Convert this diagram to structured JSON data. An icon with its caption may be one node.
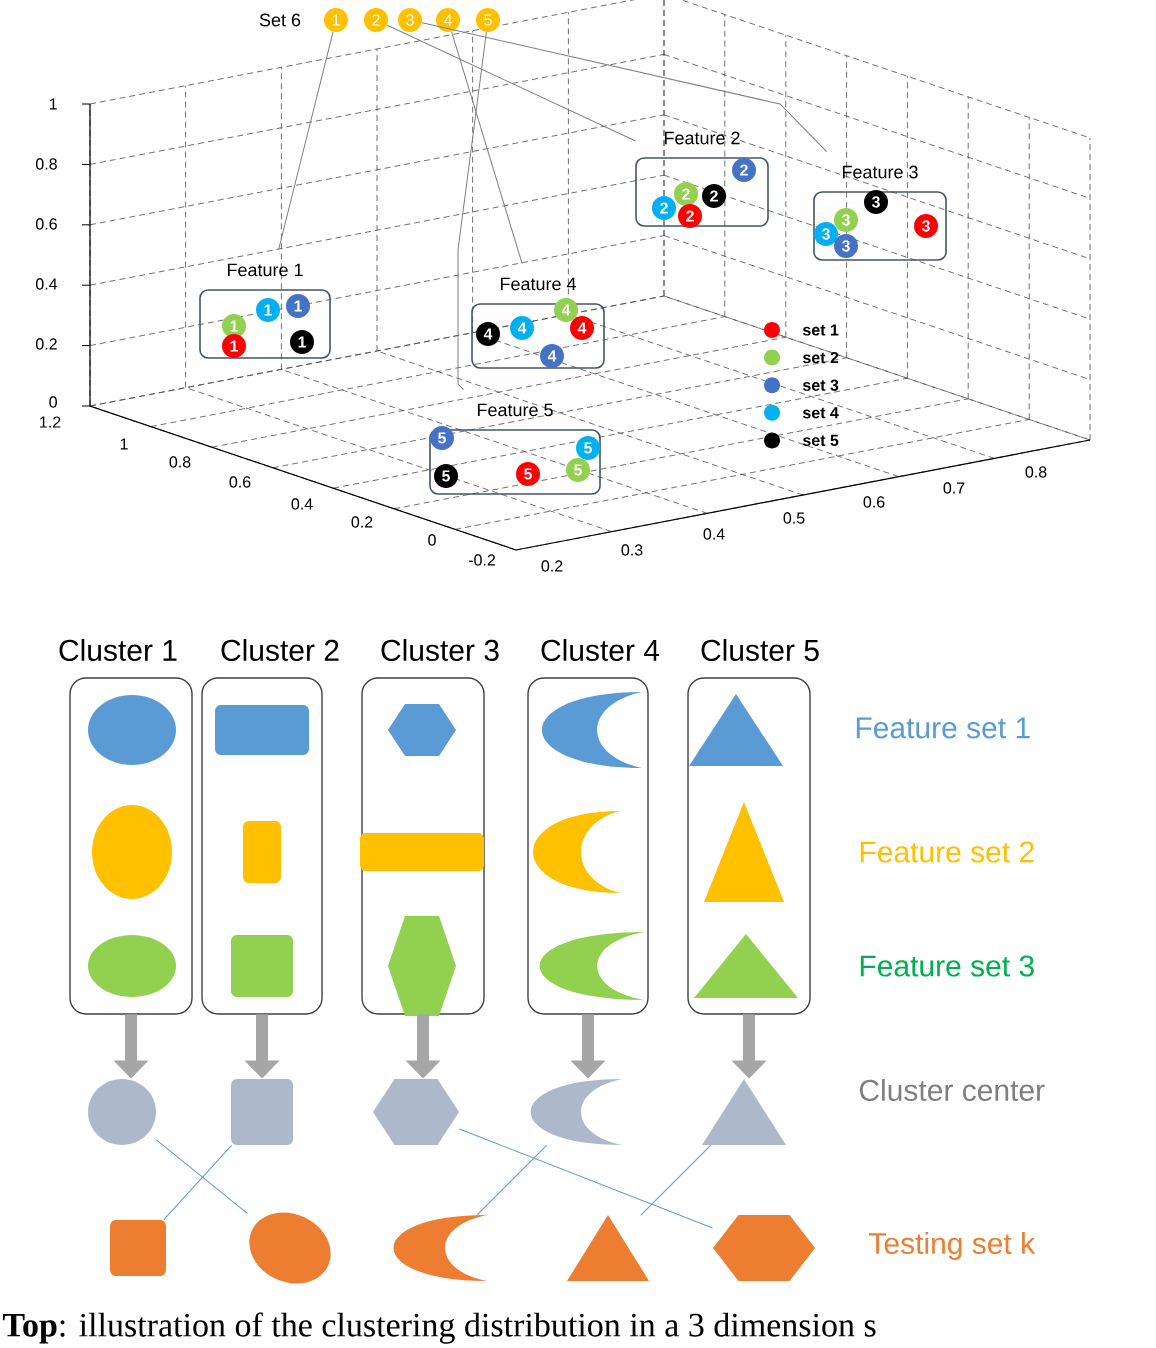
{
  "diagram": {
    "caption": "**Top**: illustration of the clustering distribution in a 3 dimension s",
    "nodes": [
      {
        "text": [
          "1"
        ]
      },
      {
        "text": [
          "2"
        ]
      },
      {
        "text": [
          "3"
        ]
      },
      {
        "text": [
          "4"
        ]
      },
      {
        "text": [
          "5"
        ]
      },
      {
        "text": [
          "Feature 1"
        ]
      },
      {
        "text": [
          "1"
        ],
        "in": 5
      },
      {
        "text": [
          "1"
        ],
        "in": 5
      },
      {
        "text": [
          "1"
        ],
        "in": 5
      },
      {
        "text": [
          "1"
        ],
        "in": 5
      },
      {
        "text": [
          "1"
        ],
        "in": 5
      },
      {
        "text": [
          "Feature 2"
        ]
      },
      {
        "text": [
          "2"
        ],
        "in": 11
      },
      {
        "text": [
          "2"
        ],
        "in": 11
      },
      {
        "text": [
          "2"
        ],
        "in": 11
      },
      {
        "text": [
          "2"
        ],
        "in": 11
      },
      {
        "text": [
          "2"
        ],
        "in": 11
      },
      {
        "text": [
          "Feature 3"
        ]
      },
      {
        "text": [
          "3"
        ],
        "in": 17
      },
      {
        "text": [
          "3"
        ],
        "in": 17
      },
      {
        "text": [
          "3"
        ],
        "in": 17
      },
      {
        "text": [
          "3"
        ],
        "in": 17
      },
      {
        "text": [
          "3"
        ],
        "in": 17
      },
      {
        "text": [
          "Feature 4"
        ]
      },
      {
        "text": [
          "4"
        ],
        "in": 23
      },
      {
        "text": [
          "4"
        ],
        "in": 23
      },
      {
        "text": [
          "4"
        ],
        "in": 23
      },
      {
        "text": [
          "4"
        ],
        "in": 23
      },
      {
        "text": [
          "4"
        ],
        "in": 23
      },
      {
        "text": [
          "Feature 5"
        ]
      },
      {
        "text": [
          "5"
        ],
        "in": 29
      },
      {
        "text": [
          "5"
        ],
        "in": 29
      },
      {
        "text": [
          "5"
        ],
        "in": 29
      },
      {
        "text": [
          "5"
        ],
        "in": 29
      },
      {
        "text": [
          "5"
        ],
        "in": 29
      },
      {
        "text": [
          "Cluster 1"
        ]
      },
      {
        "text": [],
        "shape": "ellipse",
        "in": 35
      },
      {
        "text": [],
        "shape": "ellipse",
        "in": 35
      },
      {
        "text": [],
        "shape": "ellipse",
        "in": 35
      },
      {
        "text": [
          "Cluster 2"
        ]
      },
      {
        "text": [],
        "shape": "box",
        "in": 39
      },
      {
        "text": [],
        "shape": "box",
        "in": 39
      },
      {
        "text": [],
        "shape": "box",
        "in": 39
      },
      {
        "text": [
          "Cluster 3"
        ]
      },
      {
        "text": [],
        "shape": "hexagon",
        "in": 43
      },
      {
        "text": [],
        "shape": "box",
        "in": 43
      },
      {
        "text": [],
        "shape": "hexagon",
        "in": 43
      },
      {
        "text": [
          "Cluster 4"
        ]
      },
      {
        "text": [],
        "shape": "crescent",
        "in": 47
      },
      {
        "text": [],
        "shape": "crescent",
        "in": 47
      },
      {
        "text": [],
        "shape": "crescent",
        "in": 47
      },
      {
        "text": [
          "Cluster 5"
        ]
      },
      {
        "text": [],
        "shape": "triangle",
        "in": 51
      },
      {
        "text": [],
        "shape": "triangle",
        "in": 51
      },
      {
        "text": [],
        "shape": "triangle",
        "in": 51
      },
      {
        "text": [],
        "shape": "circle"
      },
      {
        "text": [],
        "shape": "box"
      },
      {
        "text": [],
        "shape": "hexagon"
      },
      {
        "text": [],
        "shape": "crescent"
      },
      {
        "text": [],
        "shape": "triangle"
      },
      {
        "text": [],
        "shape": "box"
      },
      {
        "text": [],
        "shape": "ellipse"
      },
      {
        "text": [],
        "shape": "crescent"
      },
      {
        "text": [],
        "shape": "triangle"
      },
      {
        "text": [],
        "shape": "hexagon"
      }
    ],
    "edges": [
      {
        "from": 0,
        "to": 5,
        "arrow": "none"
      },
      {
        "from": 1,
        "to": 11,
        "arrow": "none"
      },
      {
        "from": 2,
        "to": 17,
        "arrow": "none"
      },
      {
        "from": 3,
        "to": 23,
        "arrow": "none"
      },
      {
        "from": 4,
        "to": 29,
        "arrow": "none"
      },
      {
        "from": 35,
        "to": 55,
        "arrow": "to",
        "style": "thick",
        "color": "#a6a6a6"
      },
      {
        "from": 39,
        "to": 56,
        "arrow": "to",
        "style": "thick",
        "color": "#a6a6a6"
      },
      {
        "from": 43,
        "to": 57,
        "arrow": "to",
        "style": "thick",
        "color": "#a6a6a6"
      },
      {
        "from": 47,
        "to": 58,
        "arrow": "to",
        "style": "thick",
        "color": "#a6a6a6"
      },
      {
        "from": 51,
        "to": 59,
        "arrow": "to",
        "style": "thick",
        "color": "#a6a6a6"
      },
      {
        "from": 55,
        "to": 61,
        "arrow": "none",
        "color": "#5b9bd5"
      },
      {
        "from": 56,
        "to": 60,
        "arrow": "none",
        "color": "#5b9bd5"
      },
      {
        "from": 57,
        "to": 64,
        "arrow": "none",
        "color": "#5b9bd5"
      },
      {
        "from": 58,
        "to": 62,
        "arrow": "none",
        "color": "#5b9bd5"
      },
      {
        "from": 59,
        "to": 63,
        "arrow": "none",
        "color": "#5b9bd5"
      }
    ],
    "labels": [
      "Set 6",
      "1",
      "0.8",
      "0.6",
      "0.4",
      "0.2",
      "0",
      "1.2",
      "1",
      "0.8",
      "0.6",
      "0.4",
      "0.2",
      "0",
      "-0.2",
      "0.2",
      "0.3",
      "0.4",
      "0.5",
      "0.6",
      "0.7",
      "0.8",
      "Feature set 1",
      "Feature set 2",
      "Feature set 3",
      "Cluster center",
      "Testing set k"
    ],
    "legend": [
      {
        "text": "set 1",
        "color": "#ff0000"
      },
      {
        "text": "set 2",
        "color": "#92d050"
      },
      {
        "text": "set 3",
        "color": "#4472c4"
      },
      {
        "text": "set 4",
        "color": "#00b0f0"
      },
      {
        "text": "set 5",
        "color": "#000000"
      }
    ]
  }
}
